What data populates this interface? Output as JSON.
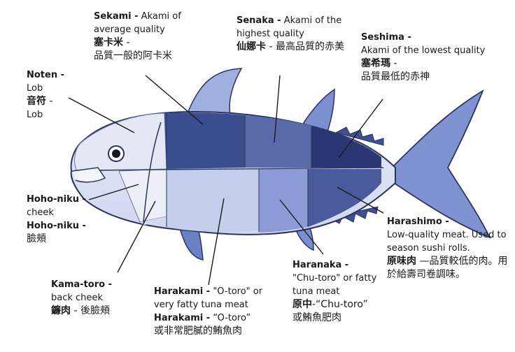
{
  "labels": {
    "sekami": {
      "name": "Sekami -",
      "desc_en": "Akami of average quality",
      "name_cn": "塞卡米",
      "desc_cn": "品質一般的阿卡米"
    },
    "senaka": {
      "name": "Senaka -",
      "desc_en": "Akami of the highest quality",
      "name_cn": "仙娜卡",
      "desc_cn": "最高品質的赤美"
    },
    "seshima": {
      "name": "Seshima -",
      "desc_en": "Akami of the lowest quality",
      "name_cn": "塞希瑪",
      "desc_cn": "品質最低的赤神"
    },
    "noten": {
      "name": "Noten -",
      "desc_en": "Lob",
      "name_cn": "音符",
      "desc_cn": "Lob"
    },
    "hohoniku": {
      "name": "Hoho-niku -",
      "desc_en": "cheek",
      "name2": "Hoho-niku -",
      "desc_cn": "臉頰"
    },
    "harashimo": {
      "name": "Harashimo -",
      "desc_en": "Low-quality meat. Used to season sushi rolls.",
      "name_cn": "原味肉",
      "desc_cn": "—品質較低的肉。用於給壽司卷調味。"
    },
    "kamatoro": {
      "name": "Kama-toro -",
      "desc_en": "back cheek",
      "name_cn": "鐮肉",
      "desc_cn": "後臉頰"
    },
    "harakami": {
      "name": "Harakami -",
      "desc_en": "\"O-toro\" or very fatty tuna meat",
      "name2": "Harakami -",
      "desc2": "“O-toro”",
      "desc_cn": "或非常肥膩的鮪魚肉"
    },
    "haranaka": {
      "name": "Haranaka -",
      "desc_en": "\"Chu-toro\" or fatty tuna meat",
      "name_cn": "原中",
      "desc_cn": "-“Chu-toro”",
      "desc_cn2": "或鮪魚肥肉"
    }
  }
}
